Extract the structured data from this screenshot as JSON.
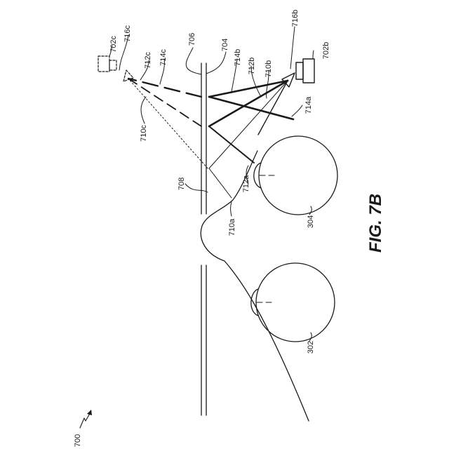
{
  "figure": {
    "caption": "FIG. 7B",
    "figure_ref": "700"
  },
  "labels": {
    "l302": "302",
    "l304": "304",
    "l702b": "702b",
    "l702c": "702c",
    "l704": "704",
    "l706": "706",
    "l708": "708",
    "l710a": "710a",
    "l710b": "710b",
    "l710c": "710c",
    "l712a": "712a",
    "l712b": "712b",
    "l712c": "712c",
    "l714a": "714a",
    "l714b": "714b",
    "l714c": "714c",
    "l716b": "716b",
    "l716c": "716c"
  }
}
